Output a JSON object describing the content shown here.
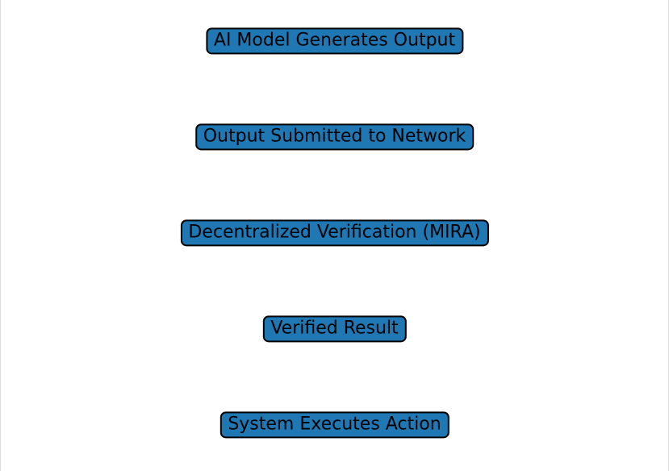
{
  "diagram": {
    "type": "vertical-flow",
    "nodes": [
      {
        "id": "ai-model-generates-output",
        "label": "AI Model Generates Output"
      },
      {
        "id": "output-submitted-to-network",
        "label": "Output Submitted to Network"
      },
      {
        "id": "decentralized-verification-mira",
        "label": "Decentralized Verification (MIRA)"
      },
      {
        "id": "verified-result",
        "label": "Verified Result"
      },
      {
        "id": "system-executes-action",
        "label": "System Executes Action"
      }
    ],
    "colors": {
      "node_fill": "#1f77b4",
      "node_border": "#000000",
      "node_text": "#000000",
      "background": "#ffffff"
    }
  }
}
